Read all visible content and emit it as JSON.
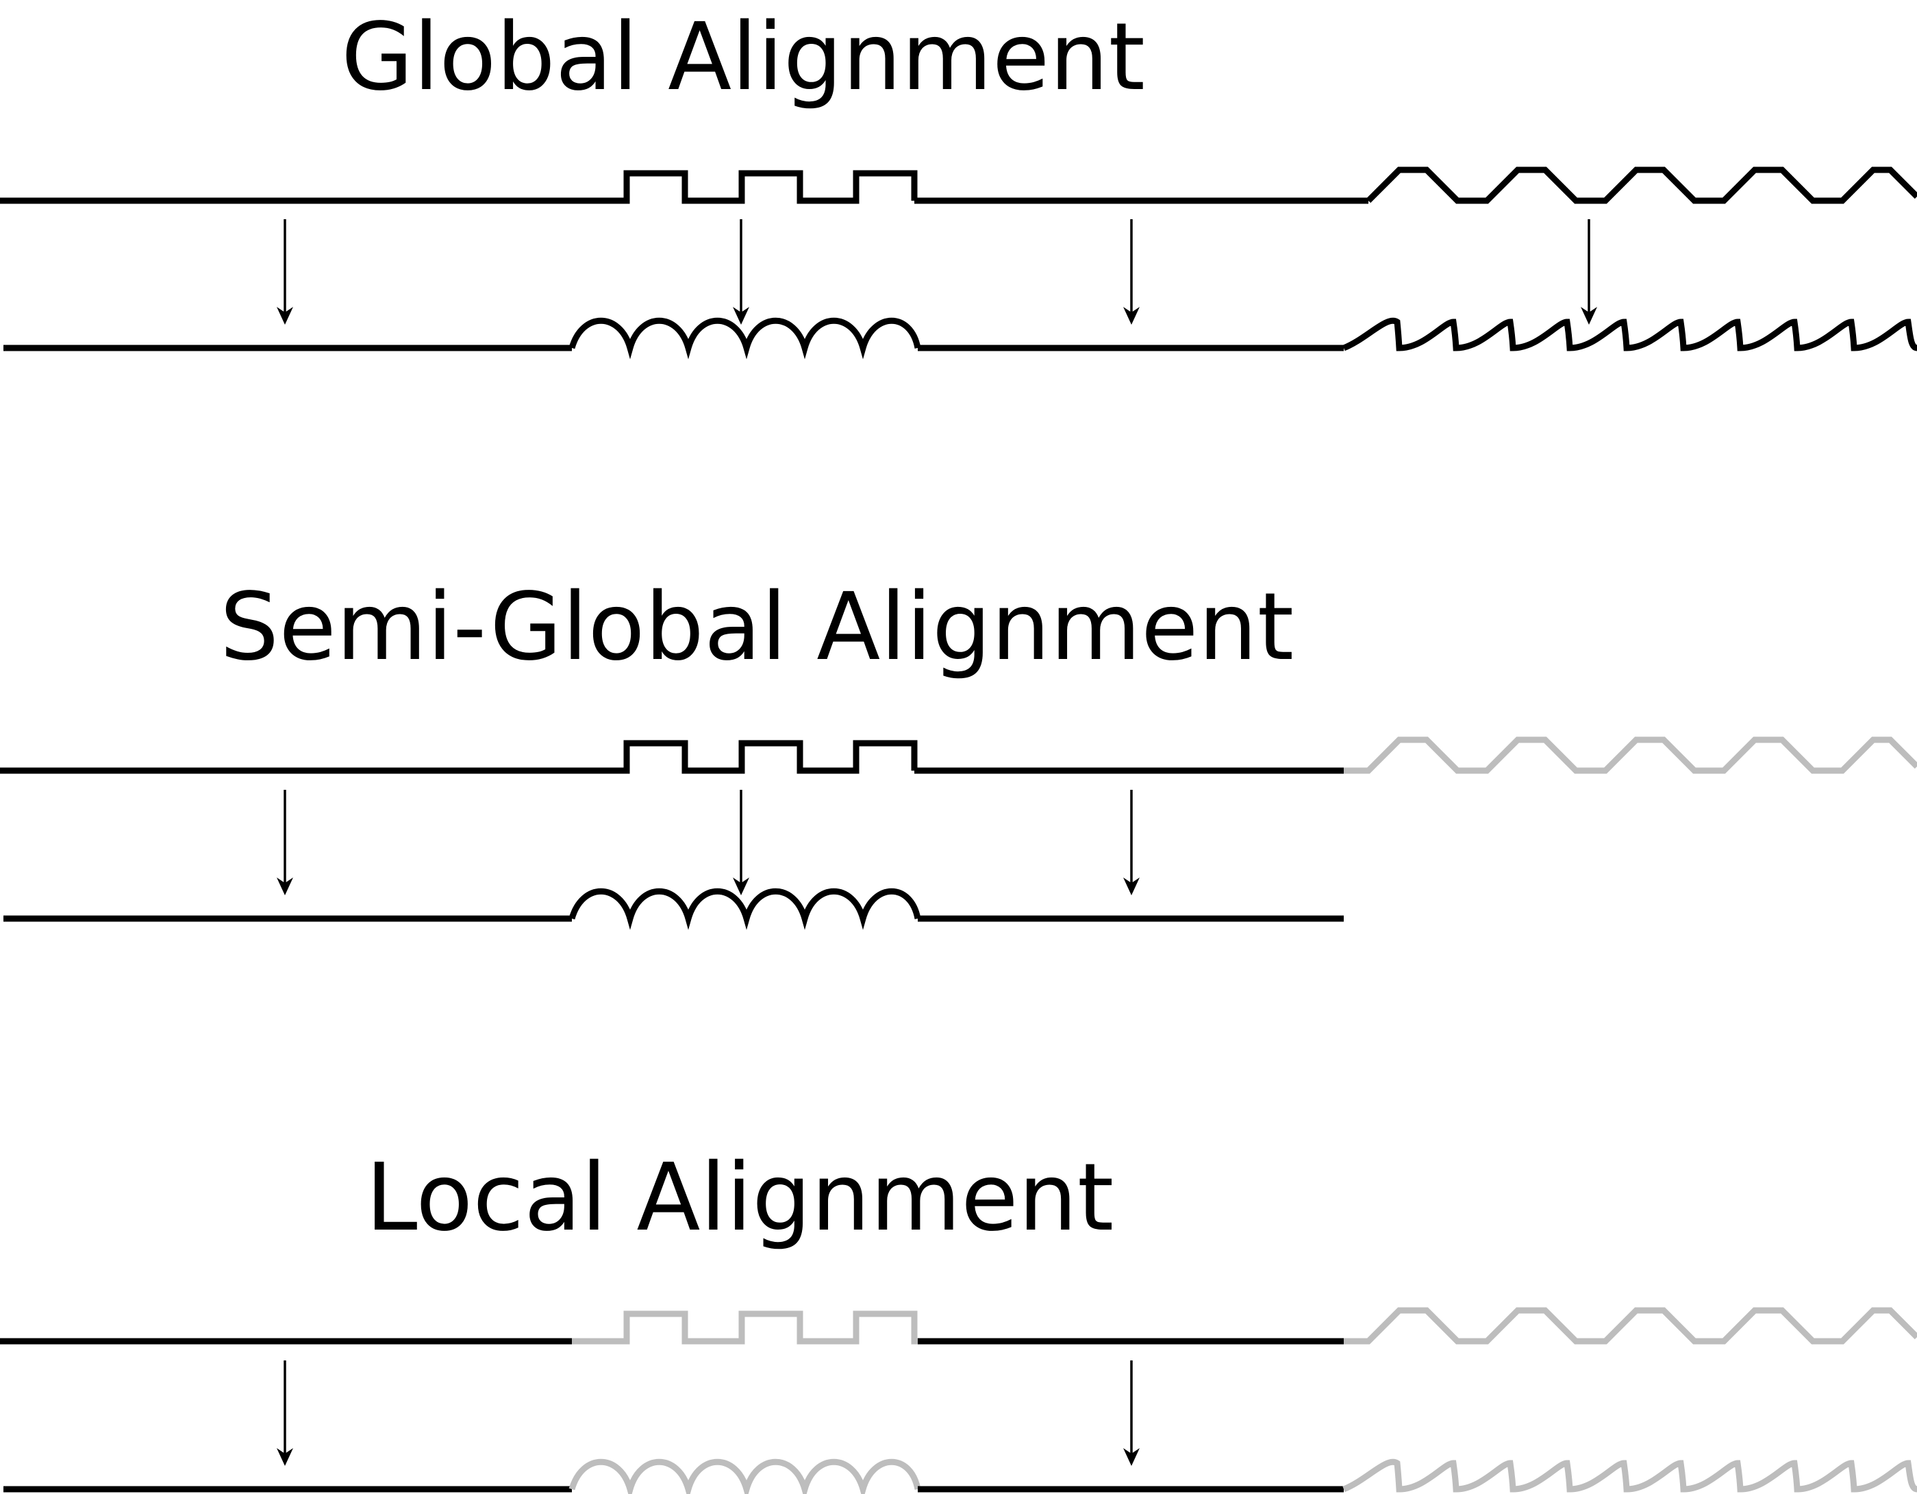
{
  "colors": {
    "aligned": "#000000",
    "unaligned": "#bdbdbd",
    "background": "#ffffff"
  },
  "panels": [
    {
      "id": "global",
      "title": "Global Alignment"
    },
    {
      "id": "semi-global",
      "title": "Semi-Global Alignment"
    },
    {
      "id": "local",
      "title": "Local Alignment"
    }
  ]
}
